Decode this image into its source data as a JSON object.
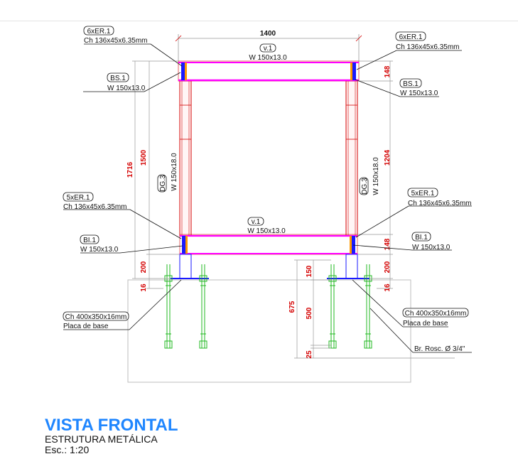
{
  "title_block": {
    "title": "VISTA FRONTAL",
    "subtitle": "ESTRUTURA METÁLICA",
    "scale": "Esc.: 1:20"
  },
  "dimensions": {
    "overall_width": "1400",
    "left_total_height": "1716",
    "left_column_height": "1500",
    "right_column_height": "1204",
    "top_beam_depth": "148",
    "bottom_beam_depth": "148",
    "left_base_gap": "200",
    "right_base_gap": "200",
    "left_plate": "16",
    "right_plate": "16",
    "anchor_total": "675",
    "anchor_upper": "150",
    "anchor_mid": "500",
    "anchor_lower": "25"
  },
  "labels": {
    "er_top_left": {
      "tag": "6xER.1",
      "desc": "Ch 136x45x6.35mm"
    },
    "er_top_right": {
      "tag": "6xER.1",
      "desc": "Ch 136x45x6.35mm"
    },
    "bs_left": {
      "tag": "BS.1",
      "desc": "W 150x13.0"
    },
    "bs_right": {
      "tag": "BS.1",
      "desc": "W 150x13.0"
    },
    "v_top": {
      "tag": "v.1",
      "desc": "W 150x13.0"
    },
    "v_bottom": {
      "tag": "v.1",
      "desc": "W 150x13.0"
    },
    "dg_left": {
      "tag": "DG.3",
      "desc": "W 150x18.0"
    },
    "dg_right": {
      "tag": "DG.3",
      "desc": "W 150x18.0"
    },
    "er_bottom_left": {
      "tag": "5xER.1",
      "desc": "Ch 136x45x6.35mm"
    },
    "er_bottom_right": {
      "tag": "5xER.1",
      "desc": "Ch 136x45x6.35mm"
    },
    "bi_left": {
      "tag": "BI.1",
      "desc": "W 150x13.0"
    },
    "bi_right": {
      "tag": "BI.1",
      "desc": "W 150x13.0"
    },
    "plate_left": {
      "tag": "Ch 400x350x16mm",
      "desc": "Placa de base"
    },
    "plate_right": {
      "tag": "Ch 400x350x16mm",
      "desc": "Placa de base"
    },
    "rod": {
      "desc": "Br. Rosc. Ø 3/4\""
    }
  },
  "colors": {
    "beam": "#ff00ff",
    "column": "#d40000",
    "column_fill": "#fff5f5",
    "anchor": "#22b822",
    "plate_blue": "#1a1aff",
    "gusset": "#ff9900",
    "dimension": "#d40000",
    "title": "#1f86ff"
  }
}
